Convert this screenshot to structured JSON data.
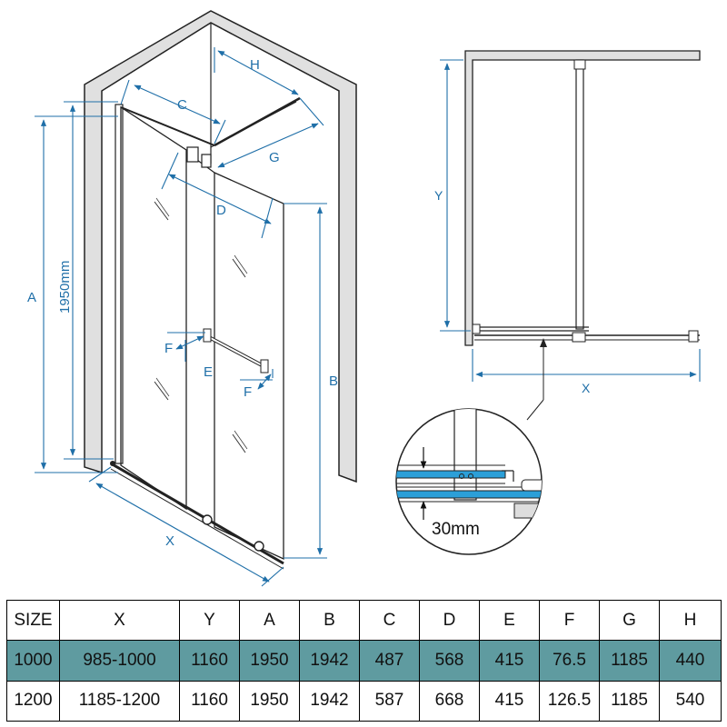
{
  "diagram": {
    "labels": {
      "A": "A",
      "B": "B",
      "C": "C",
      "D": "D",
      "E": "E",
      "F": "F",
      "G": "G",
      "H": "H",
      "X": "X",
      "Y": "Y",
      "height": "1950mm",
      "detail": "30mm"
    },
    "colors": {
      "dimension": "#1f6fa8",
      "seal": "#2b9fd8",
      "highlight": "#5f9ba0",
      "wall": "#e0e0e0"
    }
  },
  "table": {
    "headers": [
      "SIZE",
      "X",
      "Y",
      "A",
      "B",
      "C",
      "D",
      "E",
      "F",
      "G",
      "H"
    ],
    "rows": [
      [
        "1000",
        "985-1000",
        "1160",
        "1950",
        "1942",
        "487",
        "568",
        "415",
        "76.5",
        "1185",
        "440"
      ],
      [
        "1200",
        "1185-1200",
        "1160",
        "1950",
        "1942",
        "587",
        "668",
        "415",
        "126.5",
        "1185",
        "540"
      ]
    ]
  }
}
